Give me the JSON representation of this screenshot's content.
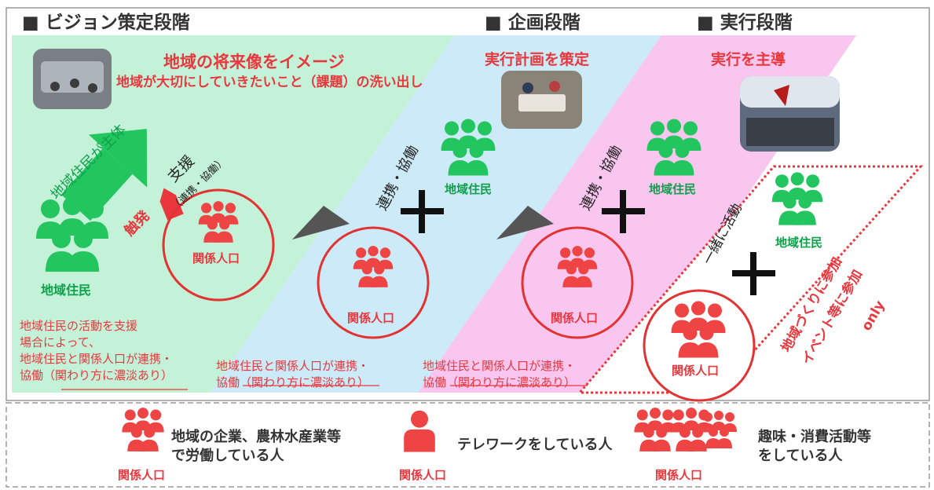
{
  "colors": {
    "green": "#0da24a",
    "red": "#e8383d",
    "mint": "#c4f2d8",
    "sky": "#cdeaf8",
    "pink": "#f9c6ef",
    "arrow": "#22c55e",
    "triangle": "#555555"
  },
  "stages": {
    "vision": {
      "header": "■ ビジョン策定段階",
      "title": "地域の将来像をイメージ",
      "subtitle": "地域が大切にしていきたいこと（課題）の洗い出し",
      "resident_lead": "地域住民が主体",
      "support": "支援",
      "support_detail": "（連携・協働）",
      "trigger": "触発",
      "residents": "地域住民",
      "related": "関係人口",
      "note_lines": [
        "地域住民の活動を支援",
        "場合によって、",
        "地域住民と関係人口が連携・"
      ],
      "note_prefix": "協働",
      "note_link": "（関わり方に濃淡あり）"
    },
    "planning": {
      "header": "■ 企画段階",
      "title": "実行計画を策定",
      "cooperate": "連携・協働",
      "residents": "地域住民",
      "related": "関係人口",
      "note_line1": "地域住民と関係人口が連携・",
      "note_prefix": "協働",
      "note_link": "（関わり方に濃淡あり）"
    },
    "execution": {
      "header": "■ 実行段階",
      "title": "実行を主導",
      "cooperate": "連携・協働",
      "residents": "地域住民",
      "related": "関係人口",
      "note_line1": "地域住民と関係人口が連携・",
      "note_prefix": "協働",
      "note_link": "（関わり方に濃淡あり）",
      "together": "一緒に活動",
      "residents2": "地域住民",
      "related2": "関係人口",
      "event_line1": "地域づくりに参加",
      "event_line2": "イベント等に参加",
      "event_line3": "only"
    }
  },
  "legend": [
    {
      "label": "地域の企業、農林水産業等で労働している人",
      "caption": "関係人口"
    },
    {
      "label": "テレワークをしている人",
      "caption": "関係人口"
    },
    {
      "label": "趣味・消費活動等をしている人",
      "caption": "関係人口"
    }
  ],
  "legend_text": {
    "item1_line1": "地域の企業、農林水産業等",
    "item1_line2": "で労働している人",
    "item3_line1": "趣味・消費活動等",
    "item3_line2": "をしている人"
  }
}
